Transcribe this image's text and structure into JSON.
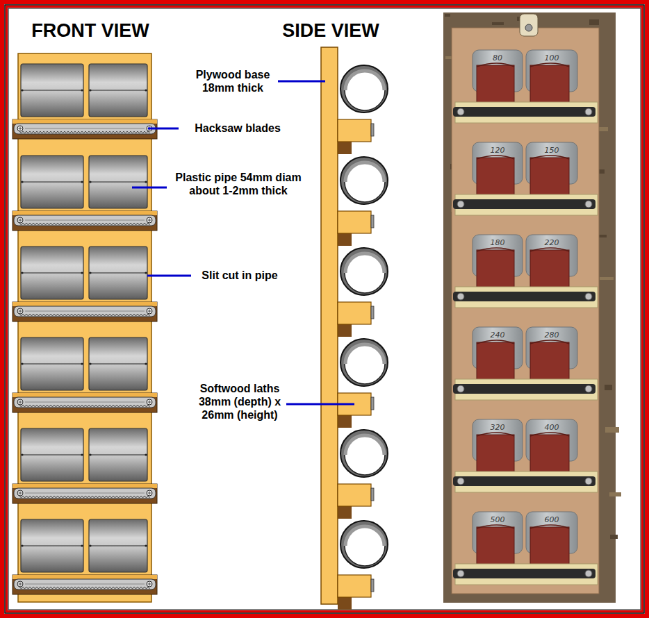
{
  "diagram": {
    "labels": [
      "FRONT VIEW",
      "SIDE VIEW",
      "Plywood base 18mm thick",
      "Hacksaw blades",
      "Plastic pipe 54mm diam about 1-2mm thick",
      "Slit cut in pipe",
      "Softwood laths 38mm (depth) x 26mm (height)",
      "80",
      "100",
      "120",
      "150",
      "180",
      "220",
      "240",
      "280",
      "320",
      "400",
      "500",
      "600"
    ]
  }
}
